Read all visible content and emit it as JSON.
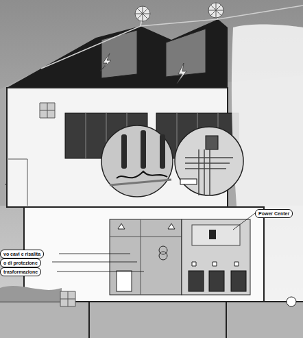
{
  "diagram": {
    "nodes": [
      {
        "text": [
          "Power Center"
        ]
      },
      {
        "text": [
          "vo cavi e risalita"
        ]
      },
      {
        "text": [
          "o di protezione"
        ]
      },
      {
        "text": [
          "trasformazione"
        ]
      }
    ]
  }
}
